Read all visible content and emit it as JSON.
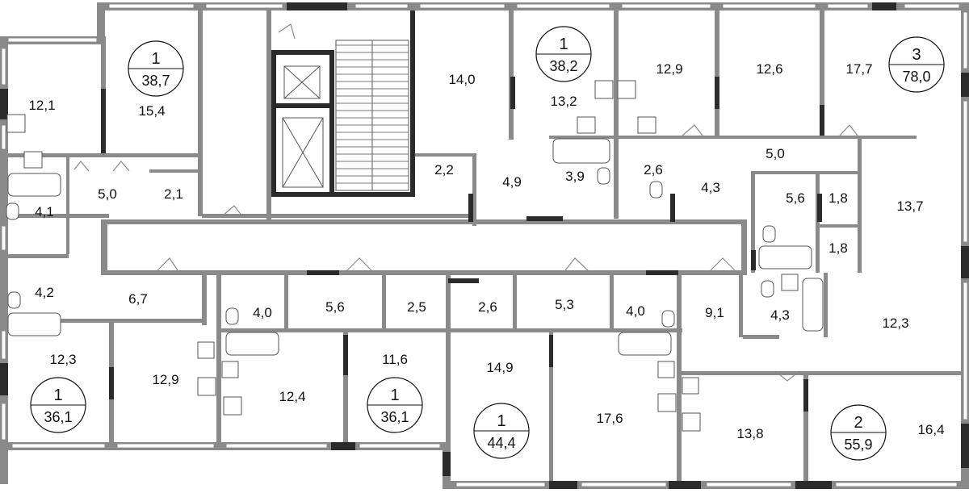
{
  "rooms": [
    {
      "id": "r1",
      "label": "12,1"
    },
    {
      "id": "r2",
      "label": "15,4"
    },
    {
      "id": "r3",
      "label": "5,0"
    },
    {
      "id": "r4",
      "label": "2,1"
    },
    {
      "id": "r5",
      "label": "4,1"
    },
    {
      "id": "r6",
      "label": "14,0"
    },
    {
      "id": "r7",
      "label": "13,2"
    },
    {
      "id": "r8",
      "label": "2,2"
    },
    {
      "id": "r9",
      "label": "4,9"
    },
    {
      "id": "r10",
      "label": "3,9"
    },
    {
      "id": "r11",
      "label": "12,9"
    },
    {
      "id": "r12",
      "label": "2,6"
    },
    {
      "id": "r13",
      "label": "12,6"
    },
    {
      "id": "r14",
      "label": "17,7"
    },
    {
      "id": "r15",
      "label": "5,0"
    },
    {
      "id": "r16",
      "label": "4,3"
    },
    {
      "id": "r17",
      "label": "5,6"
    },
    {
      "id": "r18",
      "label": "1,8"
    },
    {
      "id": "r19",
      "label": "1,8"
    },
    {
      "id": "r20",
      "label": "13,7"
    },
    {
      "id": "r21",
      "label": "4,2"
    },
    {
      "id": "r22",
      "label": "6,7"
    },
    {
      "id": "r23",
      "label": "4,0"
    },
    {
      "id": "r24",
      "label": "5,6"
    },
    {
      "id": "r25",
      "label": "2,5"
    },
    {
      "id": "r26",
      "label": "2,6"
    },
    {
      "id": "r27",
      "label": "5,3"
    },
    {
      "id": "r28",
      "label": "4,0"
    },
    {
      "id": "r29",
      "label": "9,1"
    },
    {
      "id": "r30",
      "label": "4,3"
    },
    {
      "id": "r31",
      "label": "12,3"
    },
    {
      "id": "r32",
      "label": "12,3"
    },
    {
      "id": "r33",
      "label": "12,9"
    },
    {
      "id": "r34",
      "label": "12,4"
    },
    {
      "id": "r35",
      "label": "11,6"
    },
    {
      "id": "r36",
      "label": "14,9"
    },
    {
      "id": "r37",
      "label": "17,6"
    },
    {
      "id": "r38",
      "label": "13,8"
    },
    {
      "id": "r39",
      "label": "16,4"
    }
  ],
  "apartments": [
    {
      "id": "a1",
      "rooms": "1",
      "area": "38,7"
    },
    {
      "id": "a2",
      "rooms": "1",
      "area": "38,2"
    },
    {
      "id": "a3",
      "rooms": "3",
      "area": "78,0"
    },
    {
      "id": "a4",
      "rooms": "1",
      "area": "36,1"
    },
    {
      "id": "a5",
      "rooms": "1",
      "area": "36,1"
    },
    {
      "id": "a6",
      "rooms": "1",
      "area": "44,4"
    },
    {
      "id": "a7",
      "rooms": "2",
      "area": "55,9"
    }
  ],
  "colors": {
    "wall": "#8a8a8a",
    "wall_dark": "#2b2b2b",
    "text": "#111111",
    "background": "#ffffff"
  }
}
